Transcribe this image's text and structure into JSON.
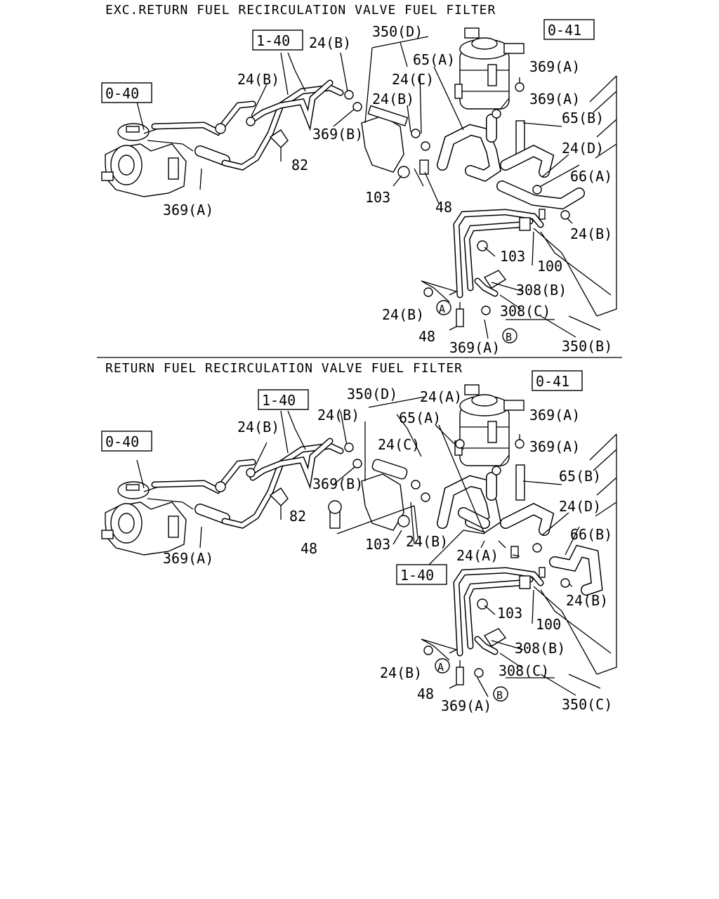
{
  "sections": [
    {
      "title": "EXC.RETURN FUEL RECIRCULATION VALVE FUEL FILTER",
      "refs": {
        "pump": "0-40",
        "filter": "0-41",
        "pipe": "1-40"
      },
      "labels": {
        "l24b_a": "24(B)",
        "l24b_b": "24(B)",
        "l24b_c": "24(B)",
        "l24b_d": "24(B)",
        "l24b_e": "24(B)",
        "l350d": "350(D)",
        "l65a": "65(A)",
        "l24c": "24(C)",
        "l369a_1": "369(A)",
        "l369a_2": "369(A)",
        "l369b": "369(B)",
        "l82": "82",
        "l65b": "65(B)",
        "l24d": "24(D)",
        "l66": "66(A)",
        "l103a": "103",
        "l48a": "48",
        "l369a_3": "369(A)",
        "l103b": "103",
        "l100": "100",
        "l308b": "308(B)",
        "l308c": "308(C)",
        "l48b": "48",
        "l369a_4": "369(A)",
        "l350": "350(B)",
        "markA": "A",
        "markB": "B"
      }
    },
    {
      "title": "RETURN FUEL RECIRCULATION VALVE FUEL FILTER",
      "refs": {
        "pump": "0-40",
        "filter": "0-41",
        "pipe": "1-40",
        "pipe2": "1-40"
      },
      "labels": {
        "l24b_a": "24(B)",
        "l24b_b": "24(B)",
        "l24b_c": "24(B)",
        "l24b_d": "24(B)",
        "l24b_e": "24(B)",
        "l350d": "350(D)",
        "l24a_1": "24(A)",
        "l65a": "65(A)",
        "l24c": "24(C)",
        "l369a_1": "369(A)",
        "l369a_2": "369(A)",
        "l369b": "369(B)",
        "l82": "82",
        "l65b": "65(B)",
        "l24d": "24(D)",
        "l66": "66(B)",
        "l24a_2": "24(A)",
        "l48a": "48",
        "l103a": "103",
        "l369a_3": "369(A)",
        "l103b": "103",
        "l100": "100",
        "l308b": "308(B)",
        "l308c": "308(C)",
        "l48b": "48",
        "l369a_4": "369(A)",
        "l350": "350(C)",
        "markA": "A",
        "markB": "B"
      }
    }
  ]
}
